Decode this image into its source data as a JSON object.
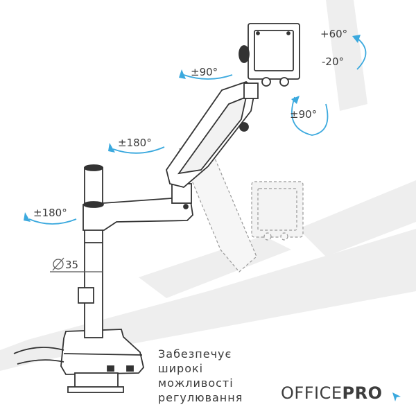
{
  "rotations": {
    "tilt_up": "+60°",
    "tilt_down": "-20°",
    "swivel_head": "±90°",
    "rotate_screen": "±90°",
    "upper_arm_swivel": "±180°",
    "lower_arm_swivel": "±180°"
  },
  "pole_diameter": "35",
  "caption": {
    "line1": "Забезпечує",
    "line2": "широкі",
    "line3": "можливості",
    "line4": "регулювання"
  },
  "logo": {
    "part1": "OFFICE",
    "part2": "PRO"
  },
  "colors": {
    "accent": "#3ba9de",
    "ink": "#333333",
    "ghost": "#ececec"
  }
}
